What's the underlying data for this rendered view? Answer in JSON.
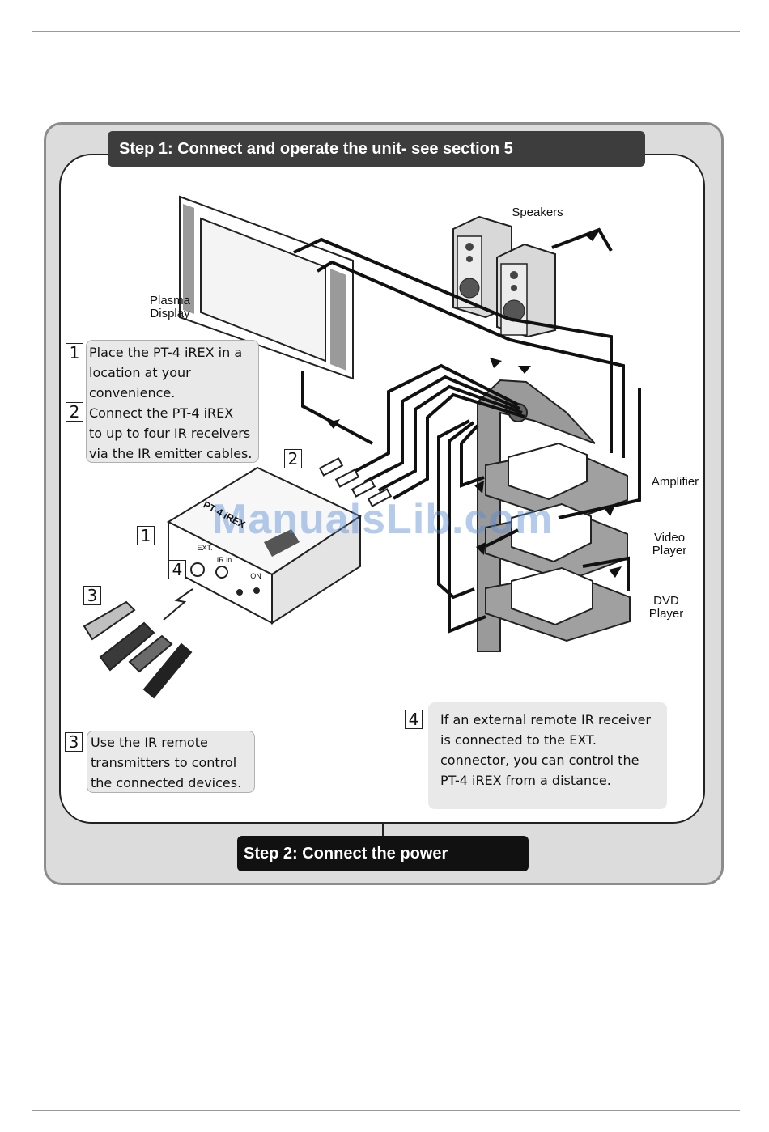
{
  "step1": {
    "title": "Step 1: Connect and operate the unit- see section 5"
  },
  "step2": {
    "title": "Step 2: Connect the power"
  },
  "labels": {
    "speakers": "Speakers",
    "plasma_line1": "Plasma",
    "plasma_line2": "Display",
    "amplifier": "Amplifier",
    "video_line1": "Video",
    "video_line2": "Player",
    "dvd_line1": "DVD",
    "dvd_line2": "Player"
  },
  "device": {
    "port_ext": "EXT.",
    "port_ir": "IR in",
    "port_on": "ON",
    "model_text": "PT-4 iREX"
  },
  "callouts": [
    "1",
    "2",
    "3",
    "4"
  ],
  "notes": {
    "note1": {
      "num": "1",
      "lines": [
        "Place the PT-4 iREX in a",
        "location at your",
        "convenience."
      ]
    },
    "note2": {
      "num": "2",
      "lines": [
        "Connect the PT-4 iREX",
        "to up to four IR receivers",
        "via the IR emitter cables."
      ]
    },
    "note3": {
      "num": "3",
      "lines": [
        "Use the IR remote",
        "transmitters to control",
        "the connected devices."
      ]
    },
    "note4": {
      "num": "4",
      "lines": [
        "If an external remote IR receiver",
        "is connected to the EXT.",
        "connector, you can control the",
        "PT-4 iREX from a distance."
      ]
    }
  },
  "watermark": "ManualsLib.com",
  "colors": {
    "panel": "#dcdcdc",
    "banner1": "#3d3d3d",
    "banner2": "#111111",
    "note_bg": "#e9e9e9"
  }
}
